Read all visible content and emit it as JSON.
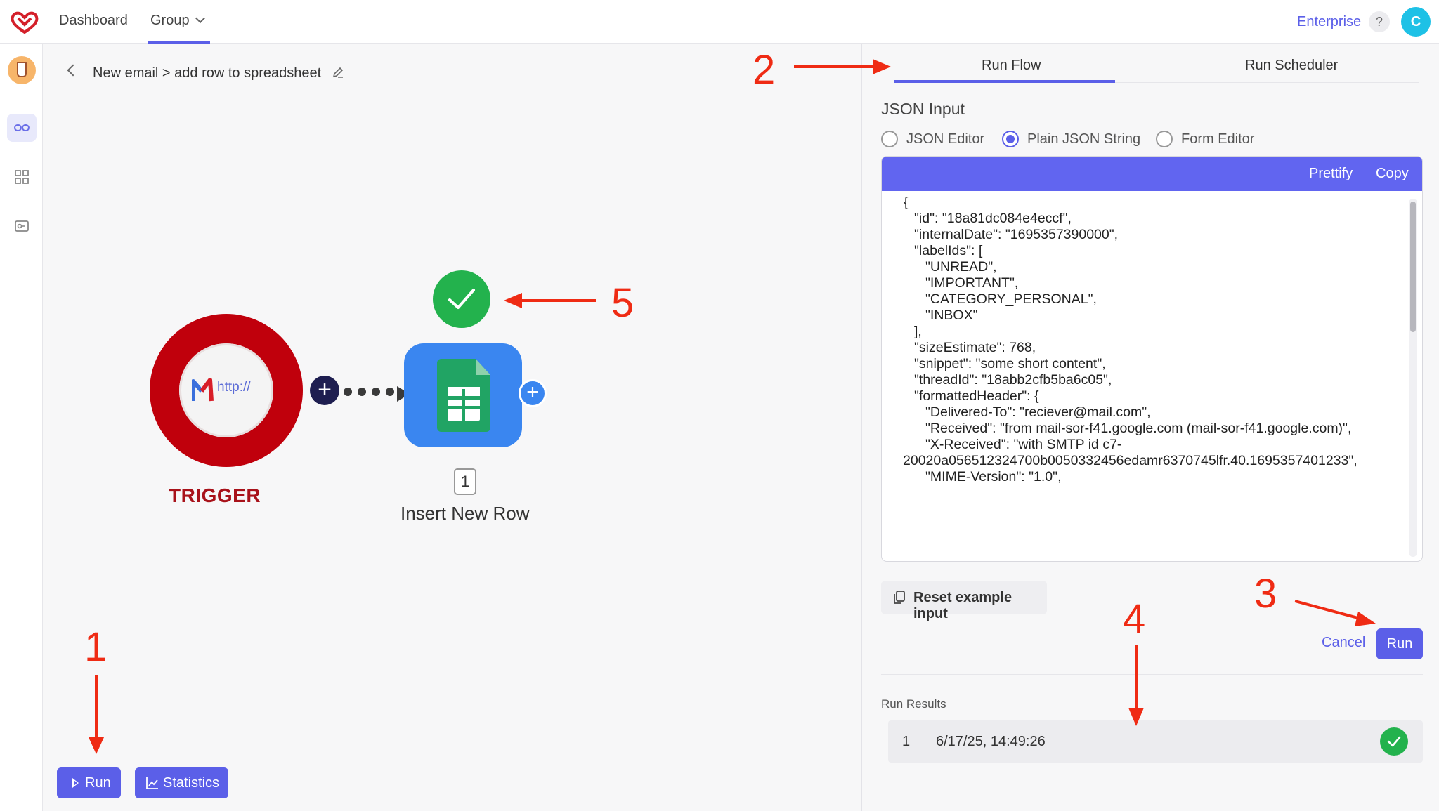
{
  "nav": {
    "dashboard": "Dashboard",
    "group": "Group",
    "enterprise": "Enterprise",
    "help": "?",
    "user_initial": "C"
  },
  "breadcrumb": "New email > add row to spreadsheet",
  "flow": {
    "trigger_label": "TRIGGER",
    "trigger_icon_text": "http://",
    "step_number": "1",
    "step_label": "Insert New Row"
  },
  "canvas_buttons": {
    "run": "Run",
    "statistics": "Statistics"
  },
  "annotations": [
    "1",
    "2",
    "3",
    "4",
    "5"
  ],
  "panel": {
    "tabs": [
      "Run Flow",
      "Run Scheduler"
    ],
    "active_tab": "Run Flow",
    "json_title": "JSON Input",
    "input_modes": [
      "JSON Editor",
      "Plain JSON String",
      "Form Editor"
    ],
    "selected_mode": "Plain JSON String",
    "editor_actions": {
      "prettify": "Prettify",
      "copy": "Copy"
    },
    "code_lines": [
      "{",
      "\"id\": \"18a81dc084e4eccf\",",
      "\"internalDate\": \"1695357390000\",",
      "\"labelIds\": [",
      "\"UNREAD\",",
      "\"IMPORTANT\",",
      "\"CATEGORY_PERSONAL\",",
      "\"INBOX\"",
      "],",
      "\"sizeEstimate\": 768,",
      "\"snippet\": \"some short content\",",
      "\"threadId\": \"18abb2cfb5ba6c05\",",
      "\"formattedHeader\": {",
      "\"Delivered-To\": \"reciever@mail.com\",",
      "\"Received\": \"from mail-sor-f41.google.com (mail-sor-f41.google.com)\",",
      "\"X-Received\": \"with SMTP id c7-",
      "20020a056512324700b0050332456edamr6370745lfr.40.1695357401233\",",
      "\"MIME-Version\": \"1.0\","
    ],
    "reset_label": "Reset example input",
    "cancel_label": "Cancel",
    "run_label": "Run",
    "results_title": "Run Results",
    "results": [
      {
        "index": "1",
        "time": "6/17/25, 14:49:26",
        "status": "success"
      }
    ]
  },
  "colors": {
    "accent": "#5b5fe8",
    "trigger_red": "#c0000c",
    "success_green": "#23b24d",
    "annotation_red": "#ef2b14",
    "sheets_blue": "#3a86f0"
  }
}
